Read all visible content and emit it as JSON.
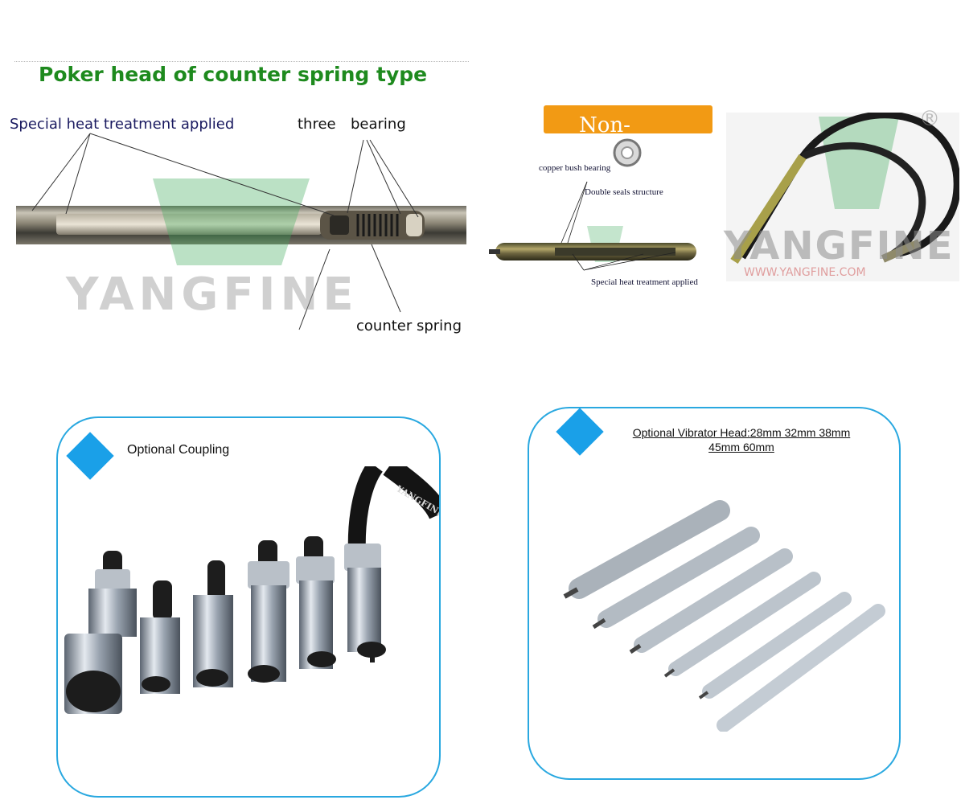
{
  "poker": {
    "title": "Poker head of counter spring type",
    "label_heat": "Special heat treatment applied",
    "label_three": "three",
    "label_bearing": "bearing",
    "label_spring": "counter spring",
    "watermark": "YANGFINE"
  },
  "non": {
    "banner": "Non-",
    "label_copper": "copper bush bearing",
    "label_seals": "Double seals structure",
    "label_heat": "Special heat treatment applied"
  },
  "hose": {
    "watermark": "YANGFINE",
    "url": "WWW.YANGFINE.COM",
    "registered": "®"
  },
  "coupling": {
    "title": "Optional Coupling",
    "hose_print": "YANGFINE"
  },
  "vibrator_head": {
    "title": "Optional Vibrator Head:28mm 32mm 38mm 45mm 60mm"
  },
  "colors": {
    "title_green": "#1e8a1e",
    "banner_orange": "#f29a14",
    "card_border": "#29a8e0",
    "diamond_blue": "#1aa0e8"
  }
}
